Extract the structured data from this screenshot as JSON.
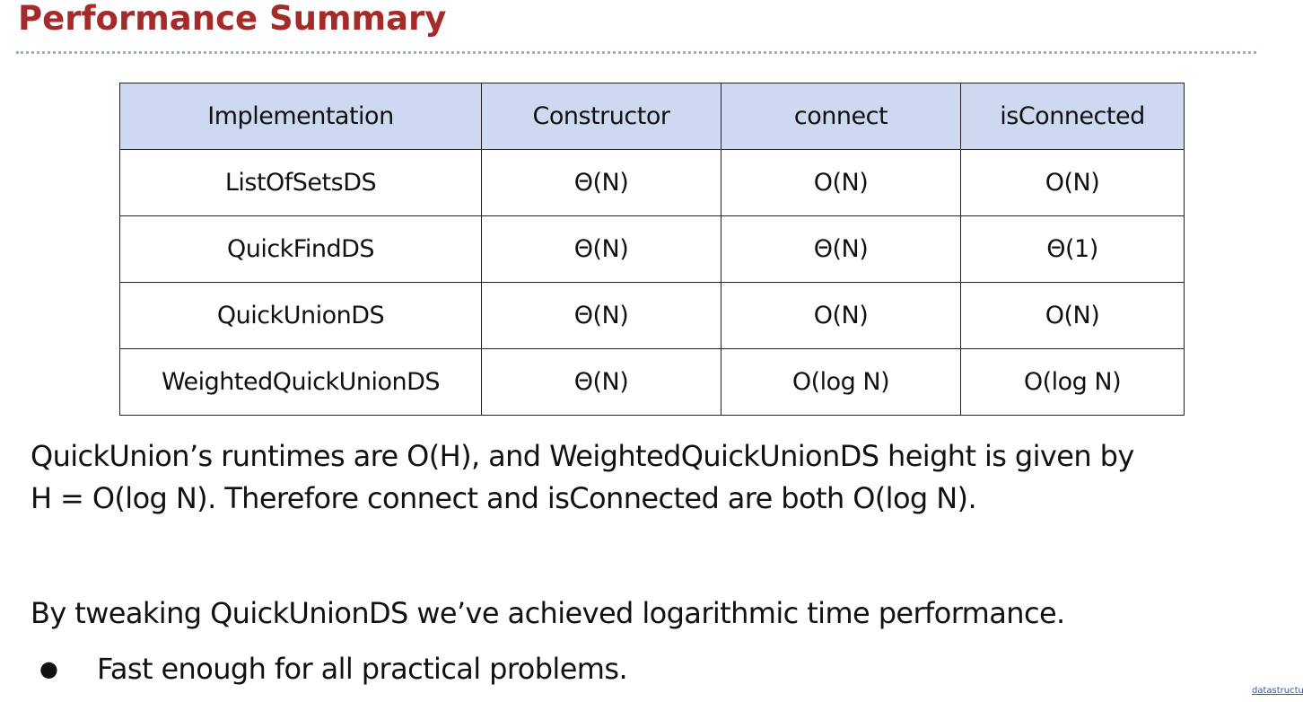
{
  "slide": {
    "title": "Performance Summary",
    "footer_link": "datastructu"
  },
  "colors": {
    "title": "#a52a2a",
    "table_header_bg": "#cdd9f1",
    "title_rule": "#8fb4de"
  },
  "table": {
    "headers": [
      "Implementation",
      "Constructor",
      "connect",
      "isConnected"
    ],
    "rows": [
      [
        "ListOfSetsDS",
        "Θ(N)",
        "O(N)",
        "O(N)"
      ],
      [
        "QuickFindDS",
        "Θ(N)",
        "Θ(N)",
        "Θ(1)"
      ],
      [
        "QuickUnionDS",
        "Θ(N)",
        "O(N)",
        "O(N)"
      ],
      [
        "WeightedQuickUnionDS",
        "Θ(N)",
        "O(log N)",
        "O(log N)"
      ]
    ]
  },
  "body": {
    "paragraph1_line1": "QuickUnion’s runtimes are O(H), and WeightedQuickUnionDS height is given by",
    "paragraph1_line2": "H = O(log N). Therefore connect and isConnected are both O(log N).",
    "paragraph2": "By tweaking QuickUnionDS we’ve achieved logarithmic time performance.",
    "bullet_glyph": "●",
    "bullets": [
      "Fast enough for all practical problems."
    ]
  }
}
